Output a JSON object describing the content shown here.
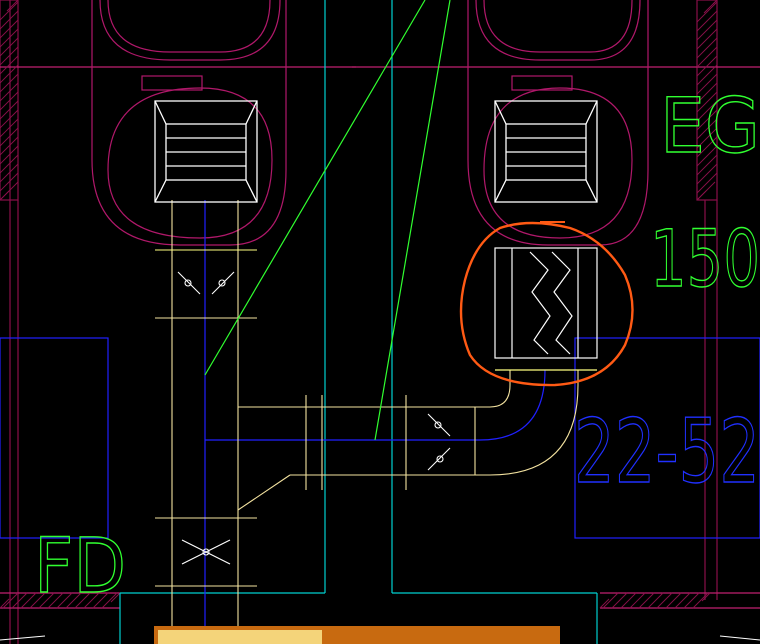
{
  "canvas": {
    "background": "#000000"
  },
  "layer_colors": {
    "architecture": "#8a0f4a",
    "fixture": "#b0186a",
    "wall_outline": "#c02070",
    "duct": "#f4e3a0",
    "duct_alt": "#ffe9b0",
    "damper": "#ffffff",
    "leader": "#ffff80",
    "pipe": "#2020ff",
    "column": "#00d0d0",
    "annotation": "#30ff30",
    "dim_text": "#2030ff",
    "highlight": "#ff5a14",
    "equipment": "#c86a10",
    "equipment_light": "#f4d47a"
  },
  "labels": {
    "tag_eg": "EG",
    "tag_150": "150",
    "tag_22_52": "22-52",
    "tag_fd": "FD"
  },
  "icons": {
    "supply_grille": "grille-icon",
    "exhaust_grille": "grille-icon",
    "fire_damper": "damper-icon",
    "volume_damper": "damper-icon",
    "flex_connector": "zigzag-icon"
  }
}
